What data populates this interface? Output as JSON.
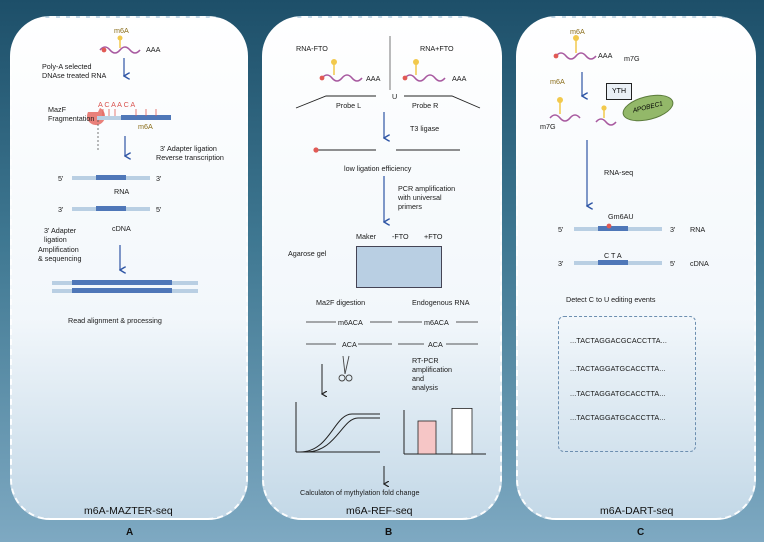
{
  "panel_a": {
    "m6a_top": "m6A",
    "aaa": "AAA",
    "polya": "Poly-A selected",
    "dnase": "DNAse treated RNA",
    "mazf": "MazF",
    "fragmentation": "Fragmentation",
    "aca": "A C A   A C A",
    "m6a_mid": "m6A",
    "adapter_ligation": "3' Adapter ligation",
    "reverse_transcription": "Reverse transcription",
    "five_prime": "5'",
    "three_prime": "3'",
    "rna": "RNA",
    "cdna": "cDNA",
    "adapter2_a": "3' Adapter",
    "adapter2_b": "ligation",
    "amplification": "Amplification",
    "sequencing": "& sequencing",
    "read_alignment": "Read alignment & processing",
    "method_title": "m6A-MAZTER-seq",
    "letter": "A"
  },
  "panel_b": {
    "rna_minus_fto": "RNA-FTO",
    "rna_plus_fto": "RNA+FTO",
    "aaa": "AAA",
    "probe_l": "Probe L",
    "u": "U",
    "probe_r": "Probe R",
    "t3_ligase": "T3 ligase",
    "low_ligation": "low ligation efficiency",
    "pcr_a": "PCR amplification",
    "pcr_b": "with universal",
    "pcr_c": "primers",
    "maker": "Maker",
    "minus_fto": "-FTO",
    "plus_fto": "+FTO",
    "agarose": "Agarose gel",
    "ma2f": "Ma2F digestion",
    "endogenous": "Endogenous RNA",
    "m6aca": "m6ACA",
    "aca": "ACA",
    "rtpcr_a": "RT-PCR",
    "rtpcr_b": "amplification",
    "rtpcr_c": "and",
    "rtpcr_d": "analysis",
    "calc": "Calculaton of mythylation fold change",
    "method_title": "m6A-REF-seq",
    "letter": "B",
    "bar_values": [
      0.55,
      0.76
    ],
    "bar_colors": [
      "#f6c6c6",
      "#ffffff"
    ]
  },
  "panel_c": {
    "m6a_top": "m6A",
    "aaa": "AAA",
    "m7g": "m7G",
    "m6a_mid": "m6A",
    "yth": "YTH",
    "apobec": "APOBEC1",
    "rna_seq": "RNA-seq",
    "five_prime": "5'",
    "three_prime": "3'",
    "gm6au": "Gm6AU",
    "rna": "RNA",
    "c_t_a": "C  T  A",
    "cdna": "cDNA",
    "detect": "Detect C to U editing events",
    "seqs": [
      "...TACTAGGACGCACCTTA...",
      "...TACTAGGATGCACCTTA...",
      "...TACTAGGATGCACCTTA...",
      "...TACTAGGATGCACCTTA..."
    ],
    "method_title": "m6A-DART-seq",
    "letter": "C"
  },
  "colors": {
    "frame_dark": "#1d4f69",
    "strand_blue": "#4f77b8",
    "strand_light": "#b9cfe3",
    "rna_wave": "#a85aa0",
    "m6a_dot": "#e15a55",
    "stick_yellow": "#f2c94c",
    "apobec_green": "#93b869"
  }
}
